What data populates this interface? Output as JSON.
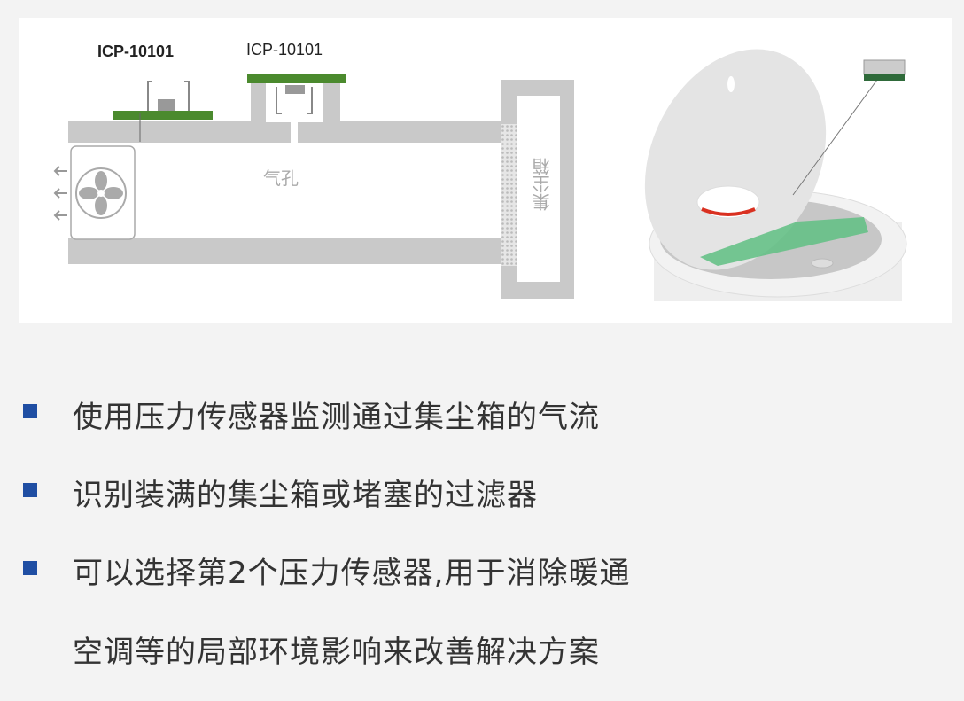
{
  "diagram": {
    "sensor_label_1": "ICP-10101",
    "sensor_label_2": "ICP-10101",
    "air_hole_label": "气孔",
    "dust_box_label": "集尘箱"
  },
  "colors": {
    "bullet": "#1f4ea3",
    "pcb": "#4b8a2e",
    "duct": "#c9c9c9"
  },
  "bullets": [
    {
      "text": "使用压力传感器监测通过集尘箱的气流"
    },
    {
      "text": "识别装满的集尘箱或堵塞的过滤器"
    },
    {
      "text": "可以选择第2个压力传感器,用于消除暖通",
      "continuation": "空调等的局部环境影响来改善解决方案"
    }
  ]
}
